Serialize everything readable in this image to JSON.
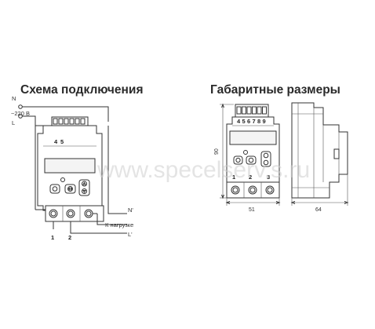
{
  "left_panel": {
    "title": "Схема подключения",
    "labels": {
      "n": "N",
      "voltage": "~220 В",
      "l": "L",
      "term_4": "4",
      "term_5": "5",
      "n_out": "N'",
      "load": "К нагрузке",
      "l_out": "L'",
      "term_1": "1",
      "term_2": "2"
    }
  },
  "right_panel": {
    "title": "Габаритные размеры",
    "top_terminals": [
      "4",
      "5",
      "6",
      "7",
      "8",
      "9"
    ],
    "bottom_terminals": [
      "1",
      "2",
      "3"
    ],
    "dimensions": {
      "height": "90",
      "width": "51",
      "depth": "64"
    }
  },
  "watermark": "www.specelserv.s.ru"
}
